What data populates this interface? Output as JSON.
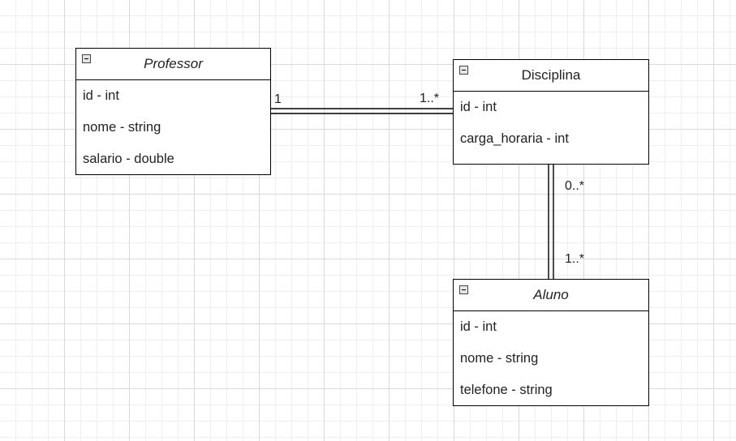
{
  "classes": {
    "professor": {
      "name": "Professor",
      "attributes": [
        "id - int",
        "nome - string",
        "salario - double"
      ]
    },
    "disciplina": {
      "name": "Disciplina",
      "attributes": [
        "id - int",
        "carga_horaria - int"
      ]
    },
    "aluno": {
      "name": "Aluno",
      "attributes": [
        "id - int",
        "nome - string",
        "telefone - string"
      ]
    }
  },
  "associations": {
    "professor_disciplina": {
      "source_multiplicity": "1",
      "target_multiplicity": "1..*"
    },
    "disciplina_aluno": {
      "source_multiplicity": "0..*",
      "target_multiplicity": "1..*"
    }
  }
}
